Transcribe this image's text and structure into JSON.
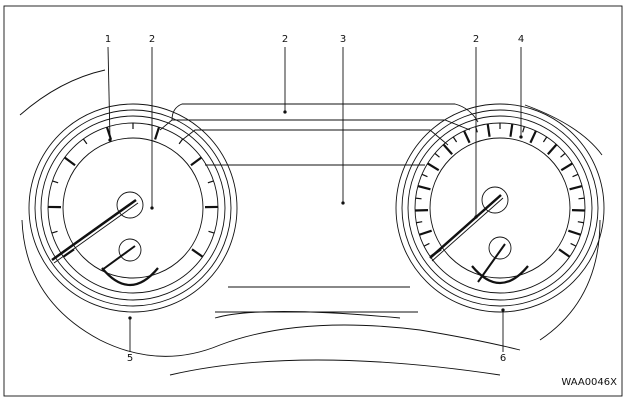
{
  "callouts": [
    "1",
    "2",
    "2",
    "3",
    "2",
    "4",
    "5",
    "6"
  ],
  "figure_code": "WAA0046X"
}
